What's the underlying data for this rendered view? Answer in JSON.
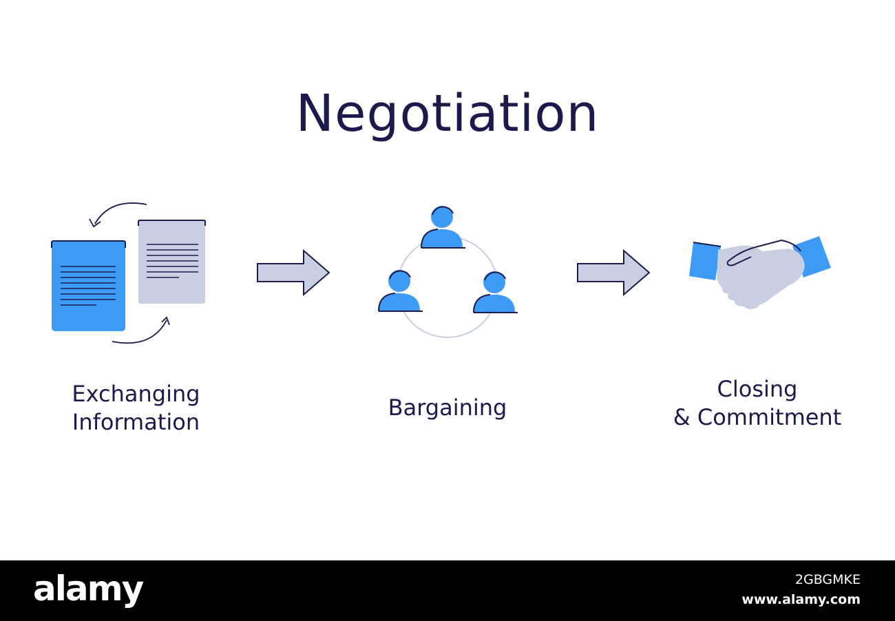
{
  "title": "Negotiation",
  "stages": [
    {
      "label_line1": "Exchanging",
      "label_line2": "Information",
      "icon": "document-exchange-icon"
    },
    {
      "label_line1": "Bargaining",
      "icon": "people-circle-icon"
    },
    {
      "label_line1": "Closing",
      "label_line2": "& Commitment",
      "icon": "handshake-icon"
    }
  ],
  "colors": {
    "accent_blue": "#3d9bf5",
    "light_gray_blue": "#c9cfe2",
    "navy": "#1c1a4d"
  },
  "footer": {
    "brand": "alamy",
    "image_id": "2GBGMKE",
    "site": "www.alamy.com"
  }
}
